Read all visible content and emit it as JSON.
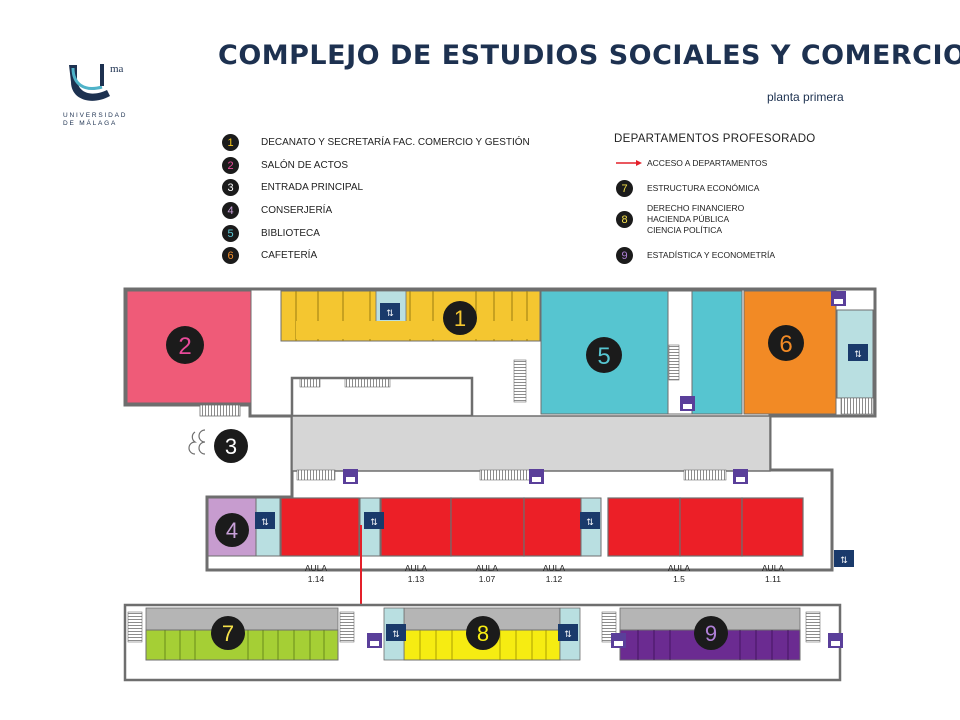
{
  "header": {
    "title": "COMPLEJO DE ESTUDIOS SOCIALES Y COMERCIO",
    "subtitle": "planta primera"
  },
  "logo": {
    "mark": "ma",
    "line1": "UNIVERSIDAD",
    "line2": "DE MÁLAGA"
  },
  "legend": [
    {
      "num": "1",
      "label": "DECANATO Y SECRETARÍA FAC. COMERCIO Y GESTIÓN",
      "color": "#f5c518"
    },
    {
      "num": "2",
      "label": "SALÓN DE ACTOS",
      "color": "#e84a9a"
    },
    {
      "num": "3",
      "label": "ENTRADA PRINCIPAL",
      "color": "#ffffff"
    },
    {
      "num": "4",
      "label": "CONSERJERÍA",
      "color": "#c8a0d8"
    },
    {
      "num": "5",
      "label": "BIBLIOTECA",
      "color": "#5bc8d6"
    },
    {
      "num": "6",
      "label": "CAFETERÍA",
      "color": "#f08c2a"
    }
  ],
  "departments": {
    "title": "DEPARTAMENTOS PROFESORADO",
    "access_label": "ACCESO A DEPARTAMENTOS",
    "items": [
      {
        "num": "7",
        "lines": [
          "ESTRUCTURA ECONÓMICA"
        ],
        "color": "#f5e14a"
      },
      {
        "num": "8",
        "lines": [
          "DERECHO FINANCIERO",
          "HACIENDA PÚBLICA",
          "CIENCIA POLÍTICA"
        ],
        "color": "#f5e14a"
      },
      {
        "num": "9",
        "lines": [
          "ESTADÍSTICA Y ECONOMETRÍA"
        ],
        "color": "#b080d8"
      }
    ]
  },
  "map": {
    "markers": {
      "m1": "1",
      "m2": "2",
      "m3": "3",
      "m4": "4",
      "m5": "5",
      "m6": "6",
      "m7": "7",
      "m8": "8",
      "m9": "9"
    },
    "aulas": [
      {
        "label": "AULA",
        "code": "1.14"
      },
      {
        "label": "AULA",
        "code": "1.13"
      },
      {
        "label": "AULA",
        "code": "1.07"
      },
      {
        "label": "AULA",
        "code": "1.12"
      },
      {
        "label": "AULA",
        "code": "1.5"
      },
      {
        "label": "AULA",
        "code": "1.11"
      }
    ],
    "colors": {
      "salon": "#ef5b78",
      "decanato": "#f4c630",
      "biblioteca": "#56c5d0",
      "cafeteria": "#f28a25",
      "conserjeria": "#c79ccf",
      "aulas": "#ec1f27",
      "corridor": "#d6d6d6",
      "dept7": "#a5cf35",
      "dept8": "#f6ec12",
      "dept9": "#6b2b91",
      "wall": "#6e6e6e",
      "stair_blue": "#b9dfe1",
      "icon_navy": "#1a3a6b",
      "icon_purple": "#5a3f9a"
    }
  }
}
